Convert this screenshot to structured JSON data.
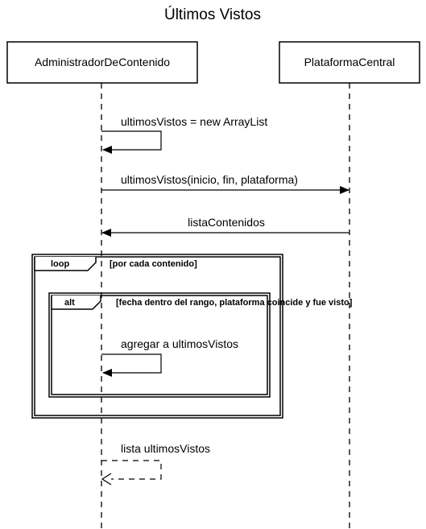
{
  "title": "Últimos Vistos",
  "participants": {
    "left": "AdministradorDeContenido",
    "right": "PlataformaCentral"
  },
  "messages": {
    "m1": "ultimosVistos = new ArrayList",
    "m2": "ultimosVistos(inicio, fin, plataforma)",
    "m3": "listaContenidos",
    "m4": "agregar a ultimosVistos",
    "m5": "lista ultimosVistos"
  },
  "fragments": {
    "loop": {
      "keyword": "loop",
      "guard": "[por cada contenido]"
    },
    "alt": {
      "keyword": "alt",
      "guard": "[fecha dentro del rango, plataforma coincide y fue visto]"
    }
  }
}
